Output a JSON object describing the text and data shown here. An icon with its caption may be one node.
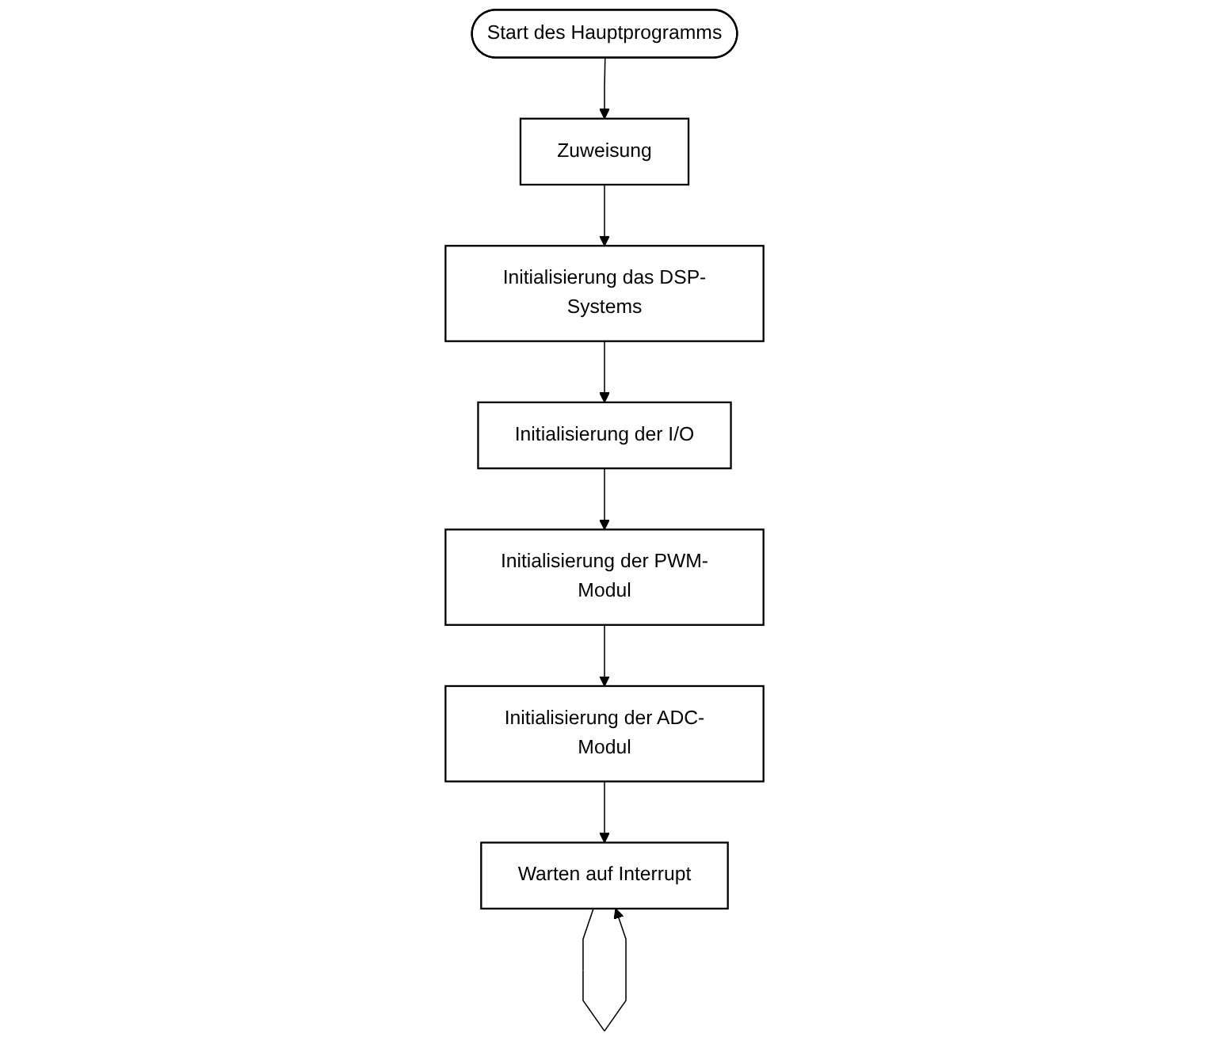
{
  "diagram": {
    "nodes": [
      {
        "text": [
          "Start des Hauptprogramms"
        ]
      },
      {
        "text": [
          "Zuweisung"
        ]
      },
      {
        "text": [
          "Initialisierung das DSP-Systems"
        ]
      },
      {
        "text": [
          "Initialisierung der I/O"
        ]
      },
      {
        "text": [
          "Initialisierung der PWM-Modul"
        ]
      },
      {
        "text": [
          "Initialisierung der ADC-Modul"
        ]
      },
      {
        "text": [
          "Warten auf Interrupt"
        ]
      }
    ],
    "edges": [
      {
        "from": 0,
        "to": 1,
        "arrow": "to"
      },
      {
        "from": 1,
        "to": 2,
        "arrow": "to"
      },
      {
        "from": 2,
        "to": 3,
        "arrow": "to"
      },
      {
        "from": 3,
        "to": 4,
        "arrow": "to"
      },
      {
        "from": 4,
        "to": 5,
        "arrow": "to"
      },
      {
        "from": 5,
        "to": 6,
        "arrow": "to"
      },
      {
        "from": 6,
        "to": 6,
        "arrow": "to"
      }
    ]
  }
}
